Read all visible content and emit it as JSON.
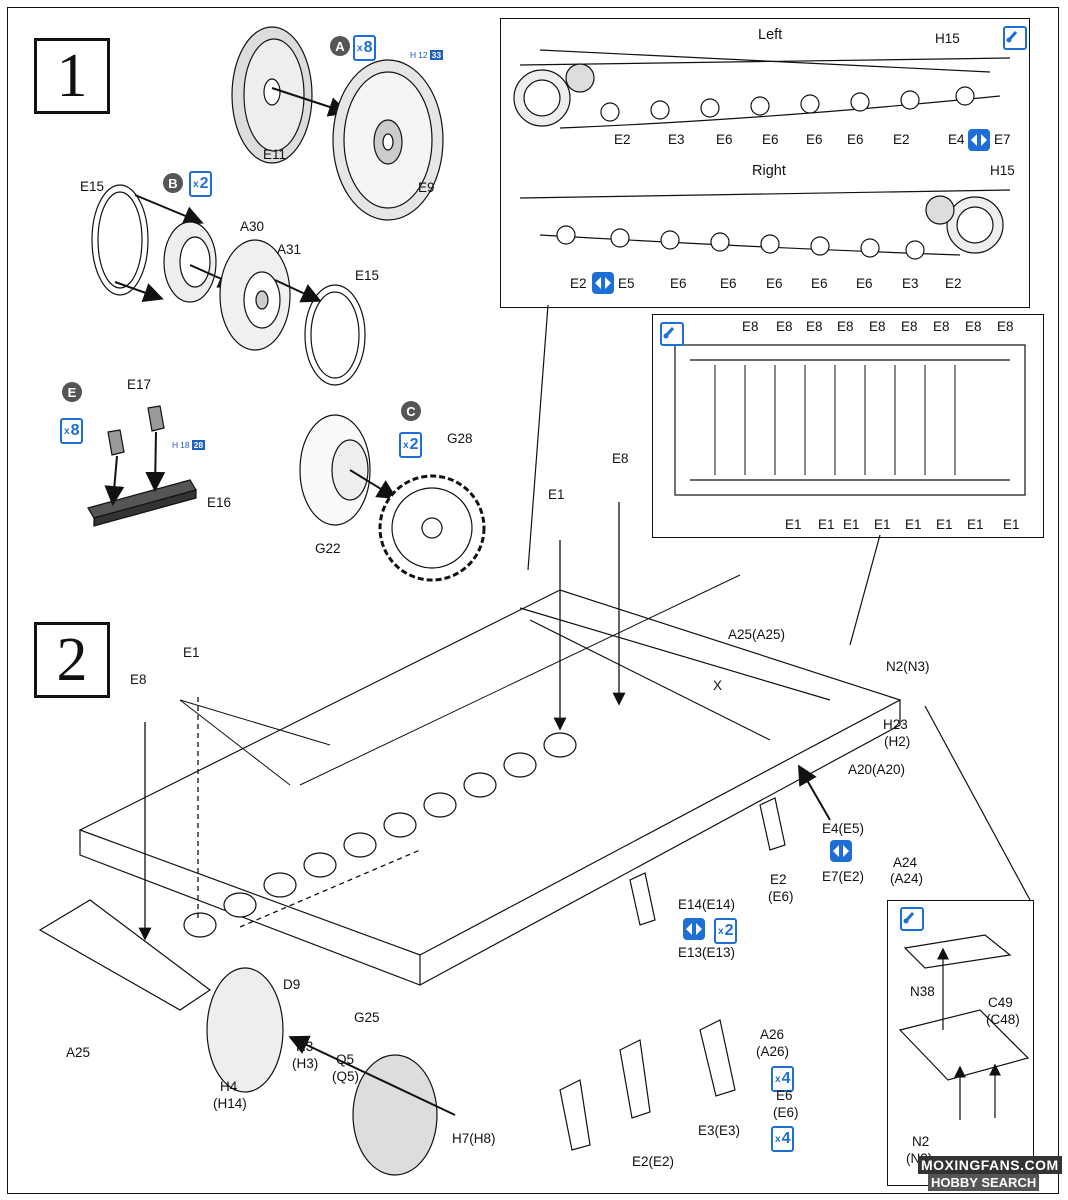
{
  "steps": {
    "s1": "1",
    "s2": "2"
  },
  "step1": {
    "wheel": {
      "badge": "A",
      "mult_x": "x",
      "mult_n": "8",
      "ref_h": "H",
      "ref_n": "12",
      "ref_pg": "33",
      "inner": "E11",
      "outer": "E9"
    },
    "hub": {
      "badge": "B",
      "mult_x": "x",
      "mult_n": "2",
      "ring_a": "E15",
      "ring_b": "E15",
      "p1": "A30",
      "p2": "A31"
    },
    "track": {
      "badge": "E",
      "mult_x": "x",
      "mult_n": "8",
      "ref_h": "H",
      "ref_n": "18",
      "ref_pg": "28",
      "pad": "E17",
      "link": "E16"
    },
    "sprocket": {
      "badge": "C",
      "mult_x": "x",
      "mult_n": "2",
      "inner": "G22",
      "outer": "G28"
    }
  },
  "insets": {
    "left": {
      "title": "Left",
      "top": "H15",
      "labels": [
        "E2",
        "E3",
        "E6",
        "E6",
        "E6",
        "E6",
        "E2",
        "E4",
        "E7"
      ]
    },
    "right": {
      "title": "Right",
      "top": "H15",
      "labels": [
        "E2",
        "E5",
        "E6",
        "E6",
        "E6",
        "E6",
        "E6",
        "E3",
        "E2"
      ]
    },
    "bars": {
      "top": [
        "E8",
        "E8",
        "E8",
        "E8",
        "E8",
        "E8",
        "E8",
        "E8",
        "E8"
      ],
      "bottom": [
        "E1",
        "E1",
        "E1",
        "E1",
        "E1",
        "E1",
        "E1",
        "E1"
      ]
    },
    "hatch": {
      "n38": "N38",
      "c49": "C49",
      "c48": "(C48)",
      "n2": "N2",
      "n3": "(N3)"
    }
  },
  "step2": {
    "e8_top": "E8",
    "e1_top": "E1",
    "e8_left": "E8",
    "e1_left": "E1",
    "a25a": "A25(A25)",
    "x": "X",
    "n2": "N2(N3)",
    "h23": "H23",
    "h2": "(H2)",
    "a20": "A20(A20)",
    "a24": "A24",
    "a24b": "(A24)",
    "e4": "E4(E5)",
    "e7": "E7(E2)",
    "e2": "E2",
    "e6p": "(E6)",
    "e14": "E14(E14)",
    "e13": "E13(E13)",
    "mult_x": "x",
    "mult_n": "2",
    "d9": "D9",
    "g25": "G25",
    "a25": "A25",
    "h3": "H3",
    "h3b": "(H3)",
    "q5": "Q5",
    "q5b": "(Q5)",
    "h4": "H4",
    "h14": "(H14)",
    "h7": "H7(H8)",
    "e2e2": "E2(E2)",
    "e3e3": "E3(E3)",
    "a26": "A26",
    "a26b": "(A26)",
    "e6": "E6",
    "e6b": "(E6)",
    "x4a_x": "x",
    "x4a_n": "4",
    "x4b_x": "x",
    "x4b_n": "4"
  },
  "watermark": {
    "site": "MOXINGFANS.COM",
    "shop": "HOBBY SEARCH"
  }
}
